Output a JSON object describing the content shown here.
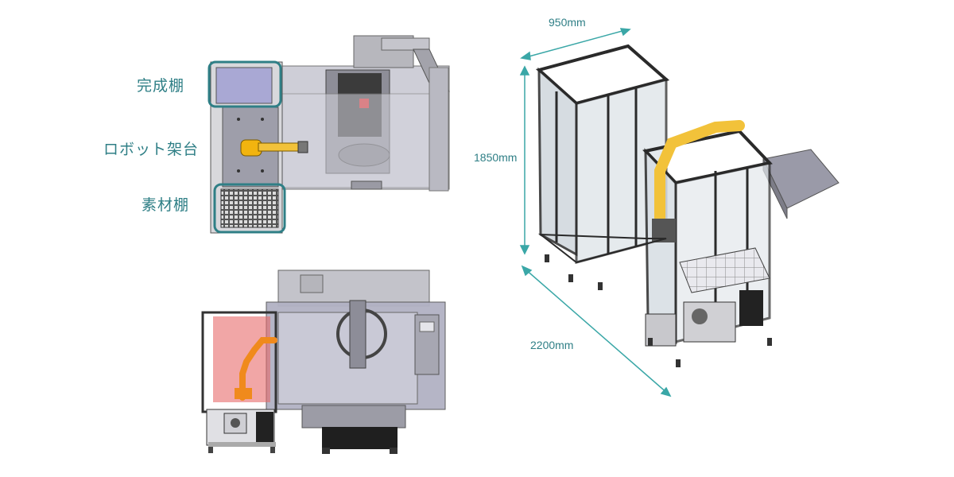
{
  "labels": {
    "finished_shelf": "完成棚",
    "robot_stand": "ロボット架台",
    "material_shelf": "素材棚"
  },
  "dimensions": {
    "width": "950mm",
    "height": "1850mm",
    "depth": "2200mm"
  },
  "colors": {
    "accent": "#2f7f86",
    "dimension": "#3aa7a7",
    "robot": "#f2b40f",
    "robot_orange": "#f08a1c",
    "robot_zone": "#e86a6a",
    "shelf_fill": "#a9a8d4",
    "machine_gray": "#9a9aa8",
    "frame_dark": "#2a2a2a"
  }
}
